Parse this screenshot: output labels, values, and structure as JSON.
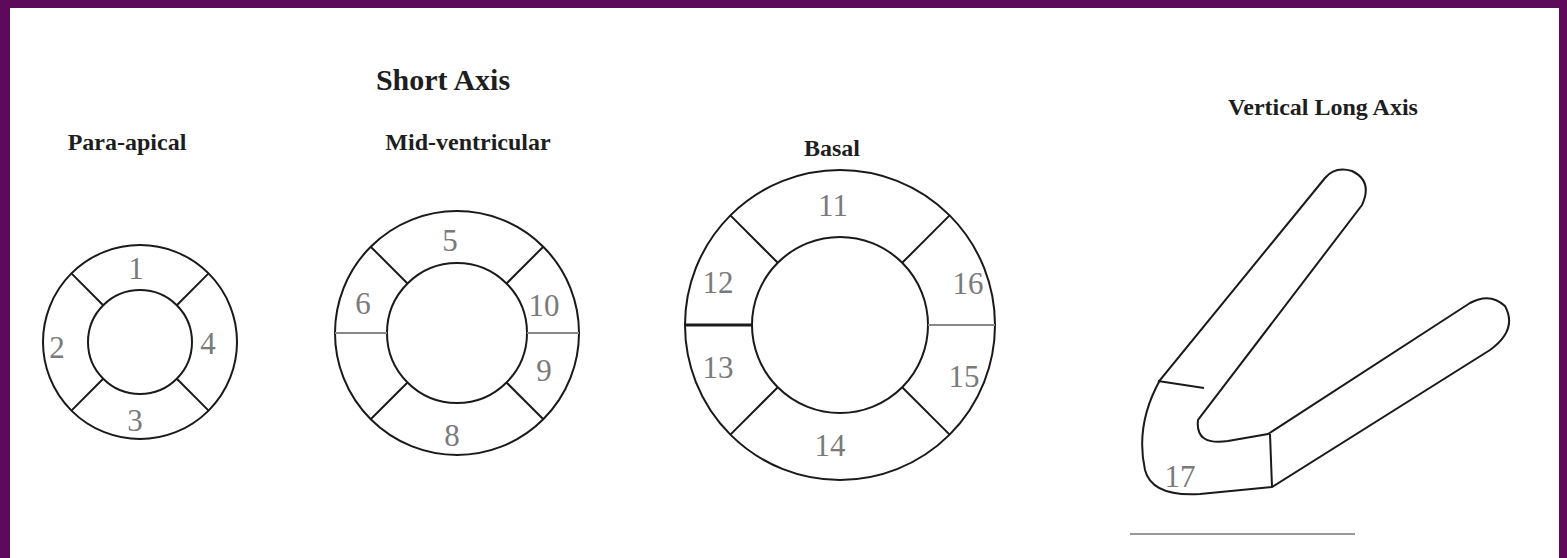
{
  "diagram": {
    "labels": [
      "Short Axis",
      "Para-apical",
      "Mid-ventricular",
      "Basal",
      "Vertical Long Axis",
      "1",
      "2",
      "3",
      "4",
      "5",
      "6",
      "8",
      "9",
      "10",
      "11",
      "12",
      "13",
      "14",
      "15",
      "16",
      "17"
    ]
  }
}
